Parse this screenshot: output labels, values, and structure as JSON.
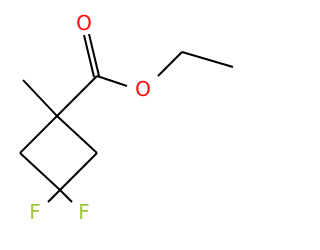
{
  "atoms": {
    "carbonyl_oxygen": {
      "symbol": "O",
      "color": "#ff0d0d"
    },
    "ester_oxygen": {
      "symbol": "O",
      "color": "#ff0d0d"
    },
    "fluorine_left": {
      "symbol": "F",
      "color": "#9bc83a"
    },
    "fluorine_right": {
      "symbol": "F",
      "color": "#9bc83a"
    }
  },
  "bond_color": "#000000"
}
